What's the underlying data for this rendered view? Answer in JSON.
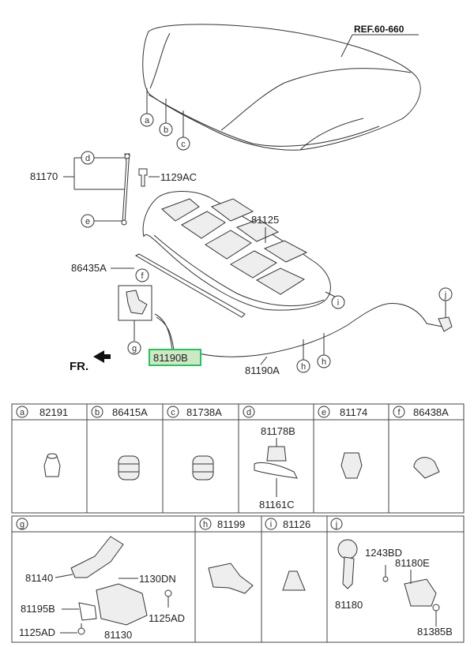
{
  "diagram": {
    "ref_label": "REF.60-660",
    "front_label": "FR.",
    "callouts": {
      "a": "a",
      "b": "b",
      "c": "c",
      "d": "d",
      "e": "e",
      "f": "f",
      "g": "g",
      "h1": "h",
      "h2": "h",
      "i": "i",
      "j": "j"
    },
    "labels": {
      "p81170": "81170",
      "p1129AC": "1129AC",
      "p81125": "81125",
      "p86435A": "86435A",
      "p81190B": "81190B",
      "p81190A": "81190A"
    },
    "highlight_color": "#22c55e"
  },
  "parts_table": {
    "row1": [
      {
        "letter": "a",
        "part": "82191"
      },
      {
        "letter": "b",
        "part": "86415A"
      },
      {
        "letter": "c",
        "part": "81738A"
      },
      {
        "letter": "d",
        "part": ""
      },
      {
        "letter": "e",
        "part": "81174"
      },
      {
        "letter": "f",
        "part": "86438A"
      }
    ],
    "d_parts": {
      "top": "81178B",
      "bottom": "81161C"
    },
    "row2": [
      {
        "letter": "g",
        "part": ""
      },
      {
        "letter": "h",
        "part": "81199"
      },
      {
        "letter": "i",
        "part": "81126"
      },
      {
        "letter": "j",
        "part": ""
      }
    ],
    "g_parts": {
      "p81140": "81140",
      "p1130DN": "1130DN",
      "p81195B": "81195B",
      "p1125AD_r": "1125AD",
      "p1125AD_l": "1125AD",
      "p81130": "81130"
    },
    "j_parts": {
      "p1243BD": "1243BD",
      "p81180E": "81180E",
      "p81180": "81180",
      "p81385B": "81385B"
    }
  }
}
